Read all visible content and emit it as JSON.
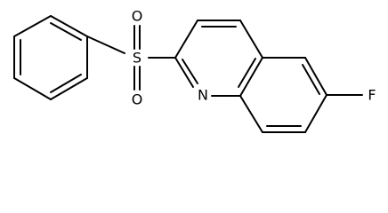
{
  "molecule": {
    "atoms": {
      "sulfur": "S",
      "oxygen_top": "O",
      "oxygen_bottom": "O",
      "nitrogen": "N",
      "fluorine": "F"
    },
    "colors": {
      "bond": "#000000",
      "label": "#000000",
      "background": "#ffffff"
    }
  }
}
